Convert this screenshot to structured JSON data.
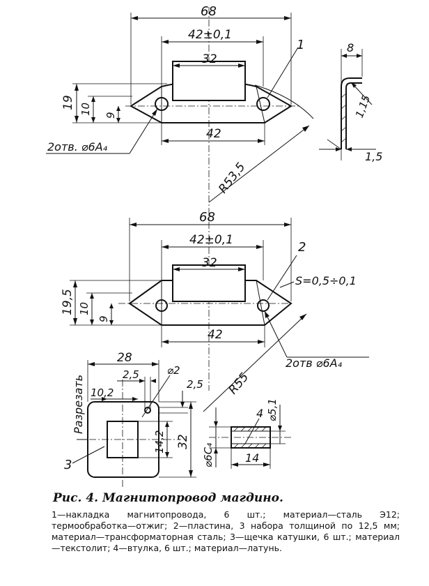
{
  "figure": {
    "title": "Рис. 4. Магнитопровод магдино.",
    "description": "1—накладка магнитопровода, 6 шт.; материал—сталь Э12; термообработка—отжиг; 2—пластина, 3 набора толщиной по 12,5 мм; материал—трансформаторная сталь; 3—щечка катушки, 6 шт.; материал—текстолит; 4—втулка, 6 шт.; материал—латунь."
  },
  "part1": {
    "dim_overall": "68",
    "dim_holes": "42±0,1",
    "dim_top": "32",
    "dim_bottom": "42",
    "dim_height": "19",
    "dim_10": "10",
    "dim_9": "9",
    "holes_note": "2отв. ⌀6А₄",
    "radius": "R53,5",
    "callout": "1"
  },
  "side_view": {
    "dim_8": "8",
    "dim_bend": "1,15",
    "dim_thickness": "1,5"
  },
  "part2": {
    "dim_overall": "68",
    "dim_holes": "42±0,1",
    "dim_top": "32",
    "dim_bottom": "42",
    "dim_height": "19,5",
    "dim_10": "10",
    "dim_9": "9",
    "thickness_note": "S=0,5÷0,1",
    "holes_note": "2отв ⌀6А₄",
    "radius": "R55",
    "callout": "2"
  },
  "part3": {
    "cut_label": "Разрезать",
    "dim_width": "28",
    "dim_2_5_top": "2,5",
    "dim_hole": "⌀2",
    "dim_2_5_side": "2,5",
    "dim_10_2": "10,2",
    "dim_14_2": "14,2",
    "dim_32": "32",
    "callout": "3"
  },
  "part4": {
    "dim_outer": "⌀6С₄",
    "dim_inner": "⌀5,1",
    "dim_length": "14",
    "callout": "4"
  }
}
